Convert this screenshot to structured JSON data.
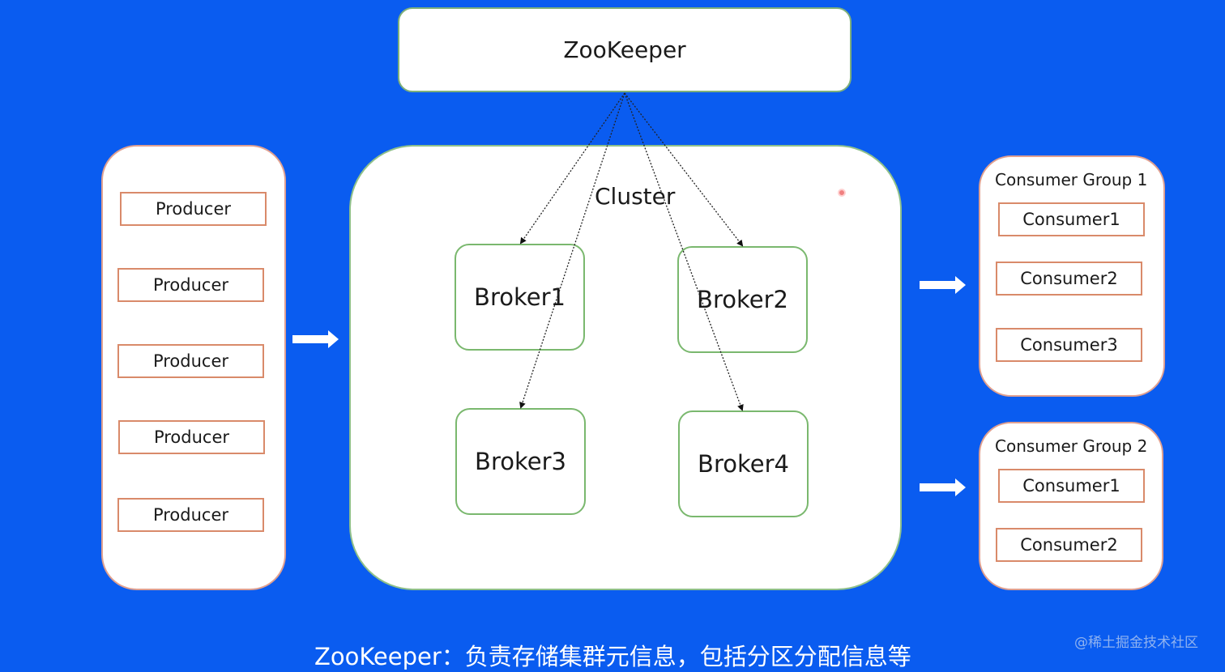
{
  "zookeeper": {
    "label": "ZooKeeper"
  },
  "producers": [
    "Producer",
    "Producer",
    "Producer",
    "Producer",
    "Producer"
  ],
  "cluster": {
    "label": "Cluster",
    "brokers": [
      "Broker1",
      "Broker2",
      "Broker3",
      "Broker4"
    ]
  },
  "consumer_groups": [
    {
      "title": "Consumer Group 1",
      "consumers": [
        "Consumer1",
        "Consumer2",
        "Consumer3"
      ]
    },
    {
      "title": "Consumer Group 2",
      "consumers": [
        "Consumer1",
        "Consumer2"
      ]
    }
  ],
  "caption": "ZooKeeper：负责存储集群元信息，包括分区分配信息等",
  "watermark": "@稀土掘金技术社区",
  "colors": {
    "background": "#0a5cf0",
    "broker_border": "#7ab86e",
    "rect_border": "#d98a6a"
  }
}
